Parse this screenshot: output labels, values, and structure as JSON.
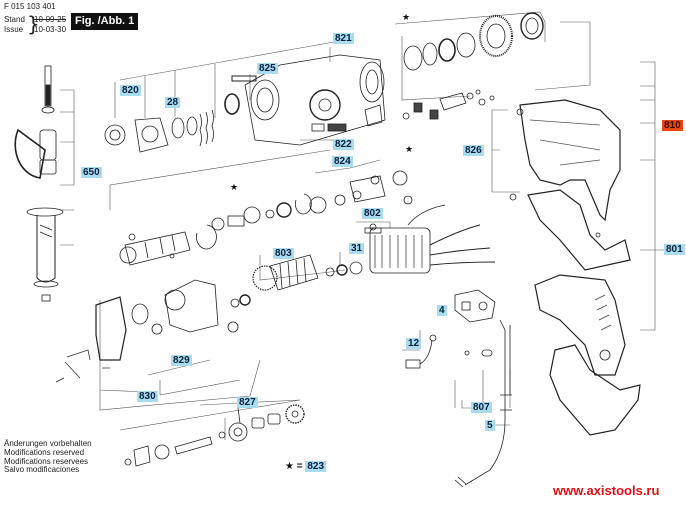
{
  "header": {
    "doc_number": "F 015 103 401",
    "stand_label": "Stand",
    "issue_label": "Issue",
    "stand_date": "10-09-25",
    "issue_date": "10-03-30",
    "figure_title": "Fig. /Abb. 1"
  },
  "notes": [
    "Änderungen vorbehalten",
    "Modifications reserved",
    "Modifications reservees",
    "Salvo modificaciones"
  ],
  "legend": {
    "star_symbol": "★",
    "equals": "=",
    "part": "823"
  },
  "website": "www.axistools.ru",
  "colors": {
    "label_bg": "#a8dcee",
    "highlight_label_bg": "#e8470f",
    "website": "#e11010"
  },
  "part_labels": [
    {
      "id": "821",
      "highlight": false
    },
    {
      "id": "825",
      "highlight": false
    },
    {
      "id": "820",
      "highlight": false
    },
    {
      "id": "28",
      "highlight": false
    },
    {
      "id": "650",
      "highlight": false
    },
    {
      "id": "822",
      "highlight": false
    },
    {
      "id": "824",
      "highlight": false
    },
    {
      "id": "826",
      "highlight": false
    },
    {
      "id": "810",
      "highlight": true
    },
    {
      "id": "802",
      "highlight": false
    },
    {
      "id": "31",
      "highlight": false
    },
    {
      "id": "803",
      "highlight": false
    },
    {
      "id": "801",
      "highlight": false
    },
    {
      "id": "4",
      "highlight": false
    },
    {
      "id": "829",
      "highlight": false
    },
    {
      "id": "12",
      "highlight": false
    },
    {
      "id": "830",
      "highlight": false
    },
    {
      "id": "807",
      "highlight": false
    },
    {
      "id": "827",
      "highlight": false
    },
    {
      "id": "5",
      "highlight": false
    }
  ],
  "star_marker": "★"
}
